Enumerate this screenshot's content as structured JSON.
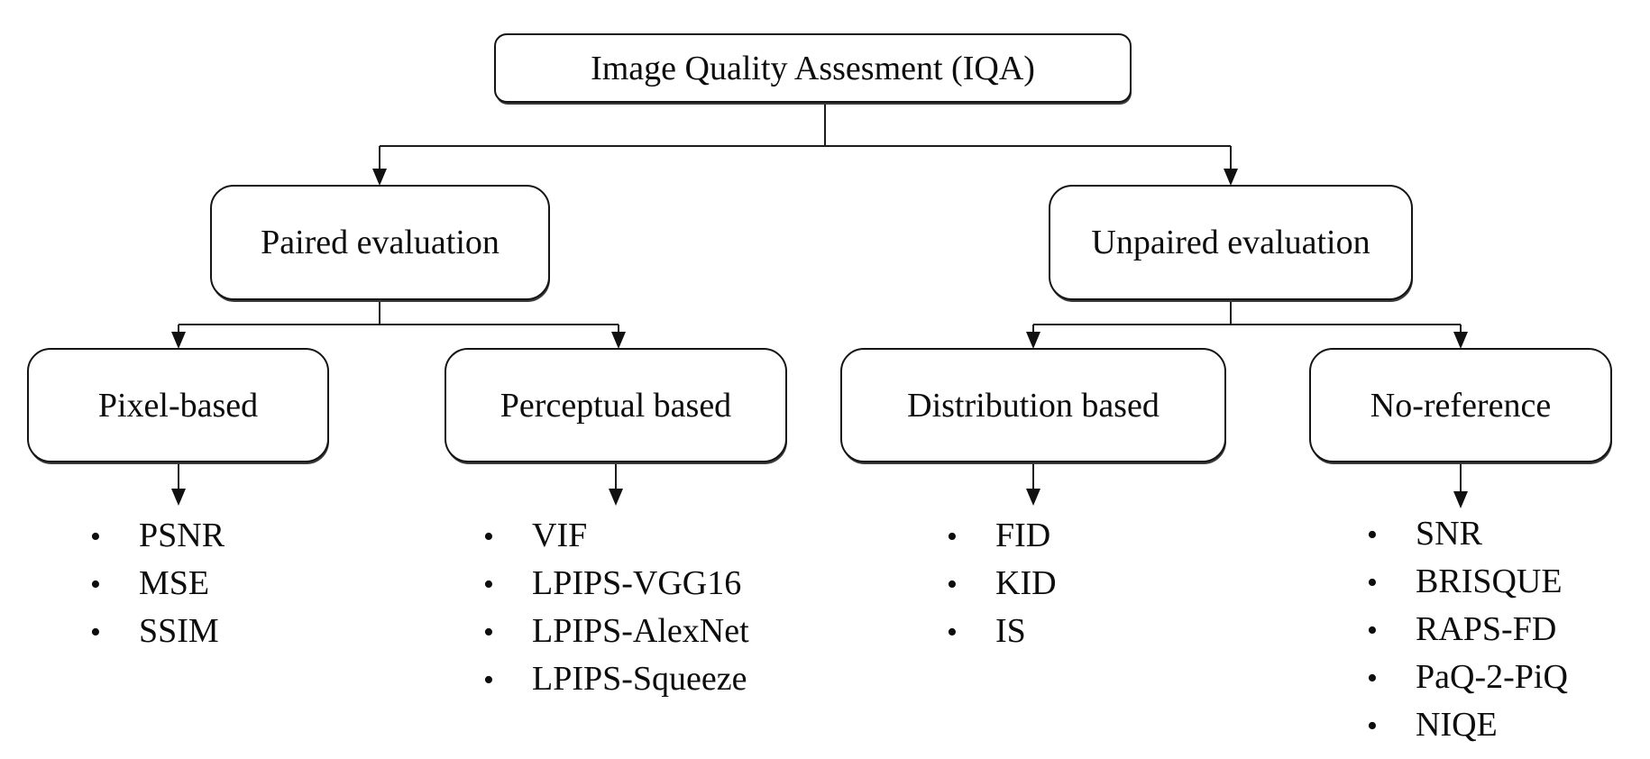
{
  "diagram": {
    "title": "IQA methods tree",
    "bullet": "•",
    "root": {
      "label": "Image Quality Assesment (IQA)"
    },
    "level2": [
      {
        "label": "Paired evaluation"
      },
      {
        "label": "Unpaired evaluation"
      }
    ],
    "level3": [
      {
        "label": "Pixel-based",
        "items": [
          "PSNR",
          "MSE",
          "SSIM"
        ]
      },
      {
        "label": "Perceptual based",
        "items": [
          "VIF",
          "LPIPS-VGG16",
          "LPIPS-AlexNet",
          "LPIPS-Squeeze"
        ]
      },
      {
        "label": "Distribution based",
        "items": [
          "FID",
          "KID",
          "IS"
        ]
      },
      {
        "label": "No-reference",
        "items": [
          "SNR",
          "BRISQUE",
          "RAPS-FD",
          "PaQ-2-PiQ",
          "NIQE"
        ]
      }
    ],
    "colors": {
      "background": "#ffffff",
      "line": "#1c1c1c",
      "box_border": "#141414",
      "text": "#0d0d0d"
    }
  }
}
